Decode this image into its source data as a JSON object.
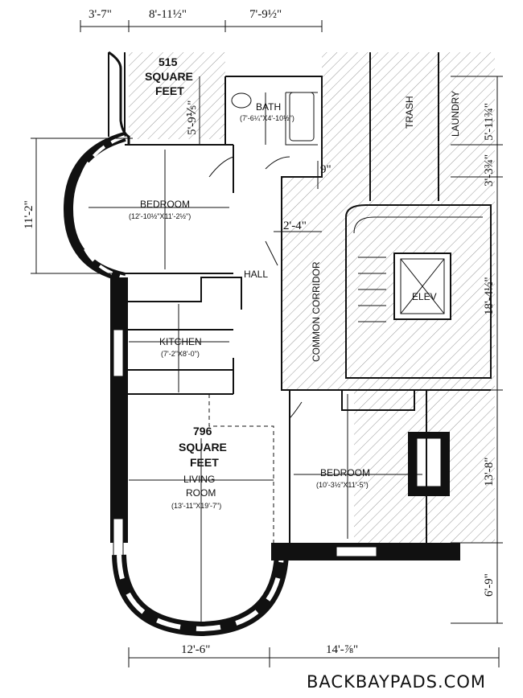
{
  "dimensions": {
    "top_1": "3'-7\"",
    "top_2": "8'-11½\"",
    "top_3": "7'-9½\"",
    "left_bedroom": "11'-2\"",
    "bath_height": "5'-9⅕\"",
    "right_1": "5'-11¾\"",
    "right_2": "3'-3¾\"",
    "nine_inch": "9\"",
    "hall_width": "2'-4\"",
    "right_3": "18'-4½\"",
    "right_4": "13'-8\"",
    "right_5": "6'-9\"",
    "bottom_1": "12'-6\"",
    "bottom_2": "14'-⅞\""
  },
  "areas": {
    "unit_a": [
      "515",
      "SQUARE",
      "FEET"
    ],
    "unit_b": [
      "796",
      "SQUARE",
      "FEET"
    ]
  },
  "rooms": {
    "bath": {
      "name": "BATH",
      "size": "(7'-6¼\"X4'-10½\")"
    },
    "bedroom_1": {
      "name": "BEDROOM",
      "size": "(12'-10½\"X11'-2½\")"
    },
    "kitchen": {
      "name": "KITCHEN",
      "size": "(7'-2\"X8'-0\")"
    },
    "living": {
      "name_1": "LIVING",
      "name_2": "ROOM",
      "size": "(13'-11\"X19'-7\")"
    },
    "bedroom_2": {
      "name": "BEDROOM",
      "size": "(10'-3½\"X11'-5\")"
    },
    "hall": "HALL",
    "corridor": "COMMON CORRIDOR",
    "elevator": "ELEV",
    "trash": "TRASH",
    "laundry": "LAUNDRY"
  },
  "watermark": "BACKBAYPADS.COM"
}
